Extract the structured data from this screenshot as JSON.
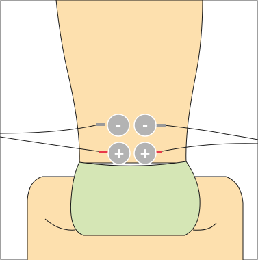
{
  "colors": {
    "background": "#ffffff",
    "frame": "#808080",
    "skin": "#fde0ae",
    "outline": "#1a1a1a",
    "garment": "#d5e6b5",
    "seat": "#6f6f6f",
    "electrode": "#b3b3b3",
    "electrode_border": "#ffffff",
    "negative_plug": "#9a9a9a",
    "positive_plug": "#e8384a"
  },
  "electrodes": [
    {
      "id": "upper-left",
      "polarity": "negative",
      "sign": "-"
    },
    {
      "id": "upper-right",
      "polarity": "negative",
      "sign": "-"
    },
    {
      "id": "lower-left",
      "polarity": "positive",
      "sign": "+"
    },
    {
      "id": "lower-right",
      "polarity": "positive",
      "sign": "+"
    }
  ]
}
